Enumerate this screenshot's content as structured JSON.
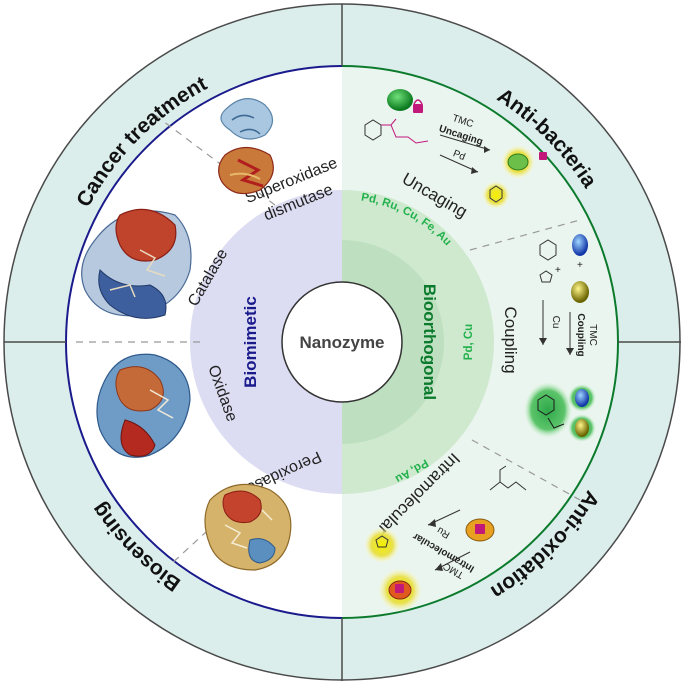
{
  "center": {
    "label": "Nanozyme"
  },
  "inner": {
    "left_label": "Biomimetic",
    "right_label": "Bioorthogonal"
  },
  "catalysts": {
    "uncaging": "Pd, Ru, Cu, Fe, Au",
    "coupling": "Pd, Cu",
    "intramolecular": "Pd, Au"
  },
  "enzymes": {
    "superoxidase_line1": "Superoxidase",
    "superoxidase_line2": "dismutase",
    "catalase": "Catalase",
    "oxidase": "Oxidase",
    "peroxidase": "Peroxidase"
  },
  "reactions": {
    "uncaging": "Uncaging",
    "coupling": "Coupling",
    "intramolecular": "Intramolecular"
  },
  "scheme_labels": {
    "tmc": "TMC",
    "uncaging_bold": "Uncaging",
    "pd": "Pd",
    "coupling_bold": "Coupling",
    "cu": "Cu",
    "intramolecular_bold": "Intramolecular",
    "ru": "Ru",
    "plus": "+"
  },
  "applications": {
    "top_left": "Cancer treatment",
    "top_right": "Anti-bacteria",
    "bottom_right": "Anti-oxidation",
    "bottom_left": "Biosensing"
  },
  "colors": {
    "outer_ring": "#d8ecea",
    "biomimetic": "#1a1a8c",
    "bioorthogonal": "#0b7a2c",
    "catalyst_green": "#22b14c",
    "inner_left": "#d9d9f0",
    "inner_right": "#cfe9cf",
    "right_half_bg": "#e4f3ec"
  }
}
